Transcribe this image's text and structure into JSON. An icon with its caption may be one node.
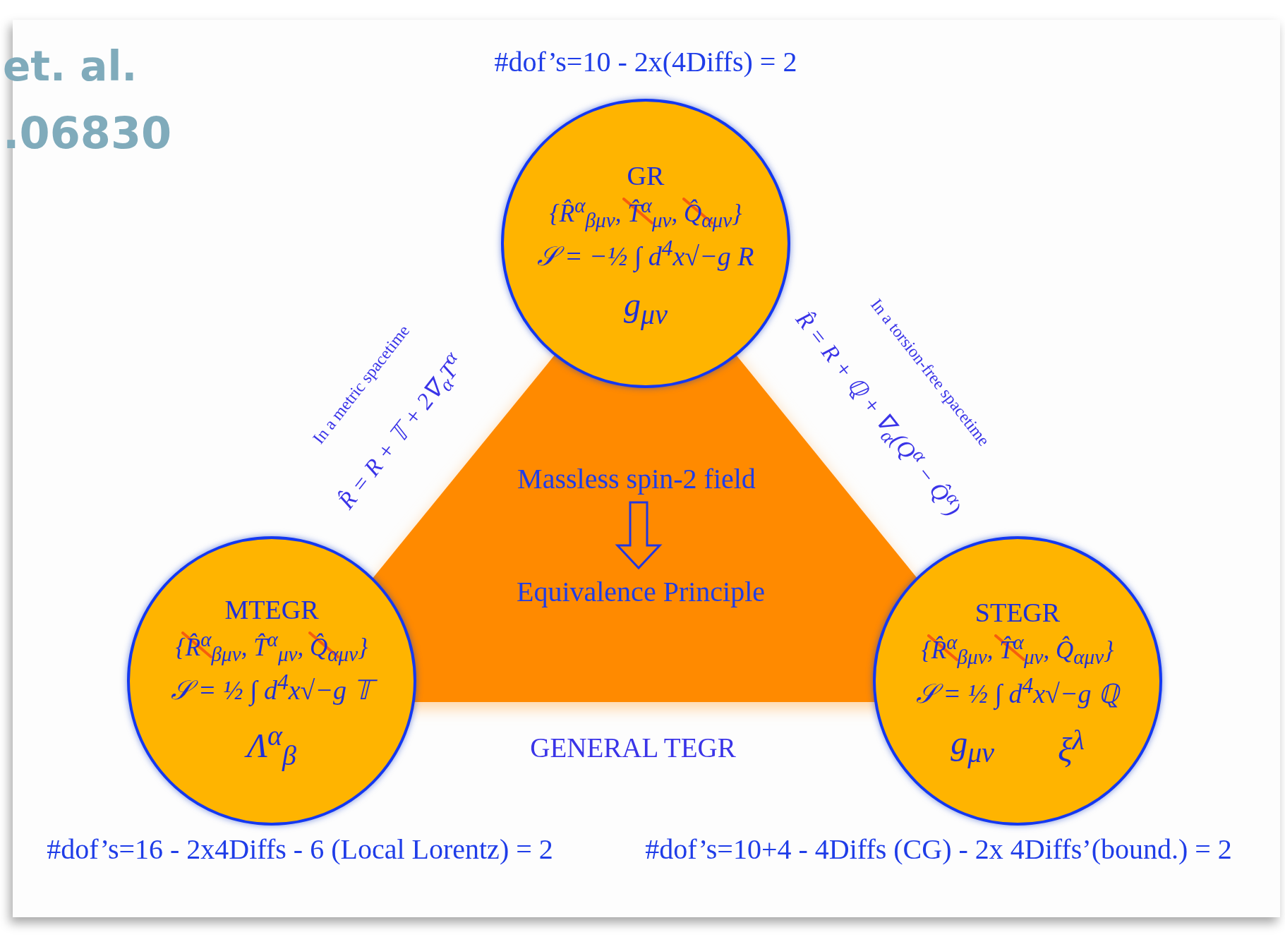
{
  "diagram": {
    "nodes": [
      {
        "text": [
          "GR",
          "{R̂$^{α}$$_{βμν}$, T̂$^{α}$$_{μν}$, Q̂$_{αμν}$}",
          "𝒮 = −½ ∫ d$^{4}$x√−g R",
          "g$_{μν}$"
        ],
        "beside": [
          "#dof’s=10 - 2x(4Diffs) = 2"
        ]
      },
      {
        "text": [
          "MTEGR",
          "{R̂$^{α}$$_{βμν}$, T̂$^{α}$$_{μν}$, Q̂$_{αμν}$}",
          "𝒮 = ½ ∫ d$^{4}$x√−g 𝕋",
          "Λ$^{α}$$_{β}$"
        ],
        "beside": [
          "#dof’s=16 - 2x4Diffs - 6 (Local Lorentz) = 2"
        ]
      },
      {
        "text": [
          "STEGR",
          "{R̂$^{α}$$_{βμν}$, T̂$^{α}$$_{μν}$, Q̂$_{αμν}$}",
          "𝒮 = ½ ∫ d$^{4}$x√−g ℚ",
          "g$_{μν}$",
          "ξ$^{λ}$"
        ],
        "beside": [
          "#dof’s=10+4 - 4Diffs (CG) - 2x 4Diffs’(bound.) = 2"
        ]
      },
      {
        "text": [
          "Massless spin-2 field"
        ]
      },
      {
        "text": [
          "Equivalence Principle"
        ]
      }
    ],
    "edges": [
      {
        "from": 3,
        "to": 4,
        "arrow": "to"
      }
    ],
    "labels": [
      "et. al.",
      ".06830",
      "In a metric spacetime",
      "R̂ = R + 𝕋 + 2∇$_{α}$T$^{α}$",
      "In a torsion-free spacetime",
      "R̂ = R + ℚ + ∇$_{α}$(Q$^{α}$ − Q̂$^{α}$)",
      "GENERAL TEGR"
    ]
  }
}
